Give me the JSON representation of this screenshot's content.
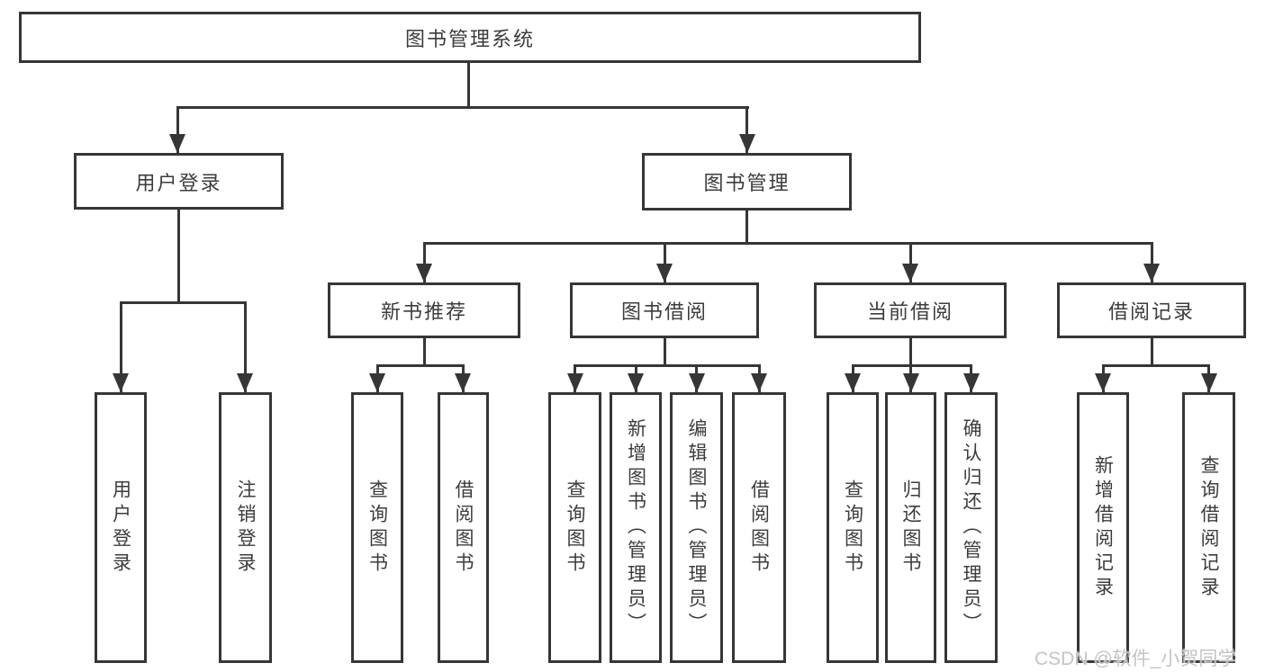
{
  "nodes": {
    "root": "图书管理系统",
    "user_login": {
      "label": "用户登录",
      "children": [
        "用户登录",
        "注销登录"
      ]
    },
    "book_mgmt": {
      "label": "图书管理",
      "sections": {
        "new_book": {
          "label": "新书推荐",
          "children": [
            "查询图书",
            "借阅图书"
          ]
        },
        "borrow": {
          "label": "图书借阅",
          "children": [
            "查询图书",
            "新增图书（管理员）",
            "编辑图书（管理员）",
            "借阅图书"
          ]
        },
        "current": {
          "label": "当前借阅",
          "children": [
            "查询图书",
            "归还图书",
            "确认归还（管理员）"
          ]
        },
        "records": {
          "label": "借阅记录",
          "children": [
            "新增借阅记录",
            "查询借阅记录"
          ]
        }
      }
    }
  },
  "watermark": {
    "text": "CSDN @软件_小贺同学"
  },
  "colors": {
    "line": "#363636",
    "text": "#3c3c3c",
    "watermark": "#c4c4c4",
    "background": "#ffffff"
  }
}
